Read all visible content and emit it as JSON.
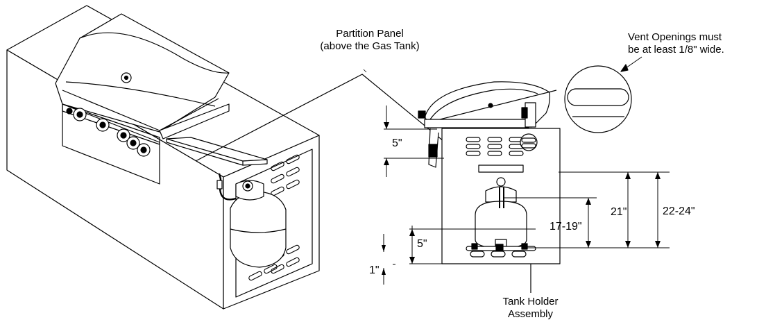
{
  "labels": {
    "partition_line1": "Partition Panel",
    "partition_line2": "(above the Gas Tank)",
    "vent_line1": "Vent Openings must",
    "vent_line2": "be at least 1/8\" wide.",
    "tank_holder_line1": "Tank Holder",
    "tank_holder_line2": "Assembly"
  },
  "dimensions": {
    "top_gap": "5\"",
    "bottom_gap": "5\"",
    "base_gap": "1\"",
    "tank_height": "17-19\"",
    "to_partition": "21\"",
    "cabinet_height": "22-24\""
  }
}
